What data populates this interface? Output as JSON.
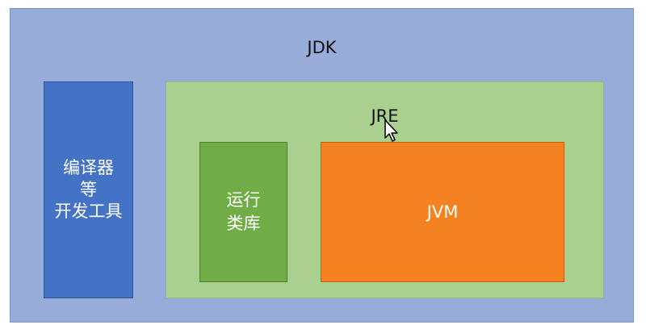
{
  "diagram": {
    "jdk": {
      "label": "JDK",
      "color": "#97acd8"
    },
    "tools": {
      "label": "编译器\n等\n开发工具",
      "color": "#4472c4"
    },
    "jre": {
      "label": "JRE",
      "color": "#a9d08e"
    },
    "libraries": {
      "label": "运行\n类库",
      "color": "#70ad47"
    },
    "jvm": {
      "label": "JVM",
      "color": "#f58220"
    }
  },
  "cursor": {
    "icon": "mouse-pointer-icon"
  }
}
